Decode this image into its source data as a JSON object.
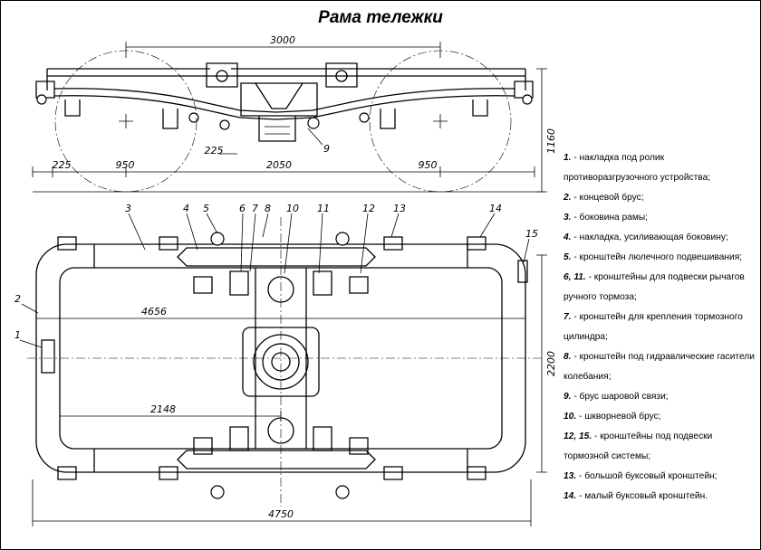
{
  "title": "Рама тележки",
  "side_view": {
    "dims": [
      "3000",
      "1160",
      "225",
      "950",
      "225",
      "2050",
      "950"
    ],
    "callout": "9"
  },
  "plan_view": {
    "dims": [
      "4656",
      "2148",
      "2200",
      "4750"
    ],
    "callouts": [
      "1",
      "2",
      "3",
      "4",
      "5",
      "6",
      "7",
      "8",
      "10",
      "11",
      "12",
      "13",
      "14",
      "15"
    ]
  },
  "legend": [
    {
      "num": "1.",
      "text": " - накладка под ролик противоразгрузочного устройства;"
    },
    {
      "num": "2.",
      "text": " - концевой брус;"
    },
    {
      "num": "3.",
      "text": " - боковина рамы;"
    },
    {
      "num": "4.",
      "text": " - накладка, усиливающая боковину;"
    },
    {
      "num": "5.",
      "text": " - кронштейн люлечного подвешивания;"
    },
    {
      "num": "6, 11.",
      "text": " - кронштейны для подвески рычагов ручного тормоза;"
    },
    {
      "num": "7.",
      "text": " - кронштейн для крепления тормозного цилиндра;"
    },
    {
      "num": "8.",
      "text": " - кронштейн под гидравлические гасители колебания;"
    },
    {
      "num": "9.",
      "text": " - брус шаровой связи;"
    },
    {
      "num": "10.",
      "text": " - шкворневой брус;"
    },
    {
      "num": "12, 15.",
      "text": " - кронштейны под подвески тормозной системы;"
    },
    {
      "num": "13.",
      "text": " - большой буксовый кронштейн;"
    },
    {
      "num": "14.",
      "text": " - малый буксовый кронштейн."
    }
  ]
}
